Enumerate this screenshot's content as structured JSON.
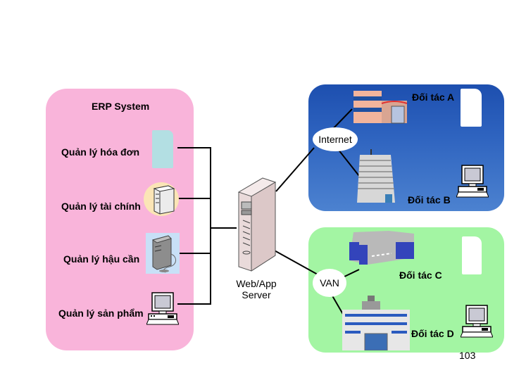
{
  "erp": {
    "title": "ERP System",
    "modules": [
      {
        "label": "Quản lý hóa đơn",
        "icon": "blank-document-icon"
      },
      {
        "label": "Quản lý tài chính",
        "icon": "server-tower-icon"
      },
      {
        "label": "Quản lý hậu cần",
        "icon": "desktop-tower-icon"
      },
      {
        "label": "Quản lý sản phẩm",
        "icon": "desktop-computer-icon"
      }
    ]
  },
  "server": {
    "label_line1": "Web/App",
    "label_line2": "Server"
  },
  "internet": {
    "cloud_label": "Internet",
    "partners": [
      {
        "label": "Đối tác A"
      },
      {
        "label": "Đối tác B"
      }
    ]
  },
  "van": {
    "cloud_label": "VAN",
    "partners": [
      {
        "label": "Đối tác C"
      },
      {
        "label": "Đối tác D"
      }
    ]
  },
  "page_number": "103",
  "colors": {
    "erp_panel": "#f9b4da",
    "internet_panel": "#2e63bf",
    "van_panel": "#a3f5a3"
  }
}
